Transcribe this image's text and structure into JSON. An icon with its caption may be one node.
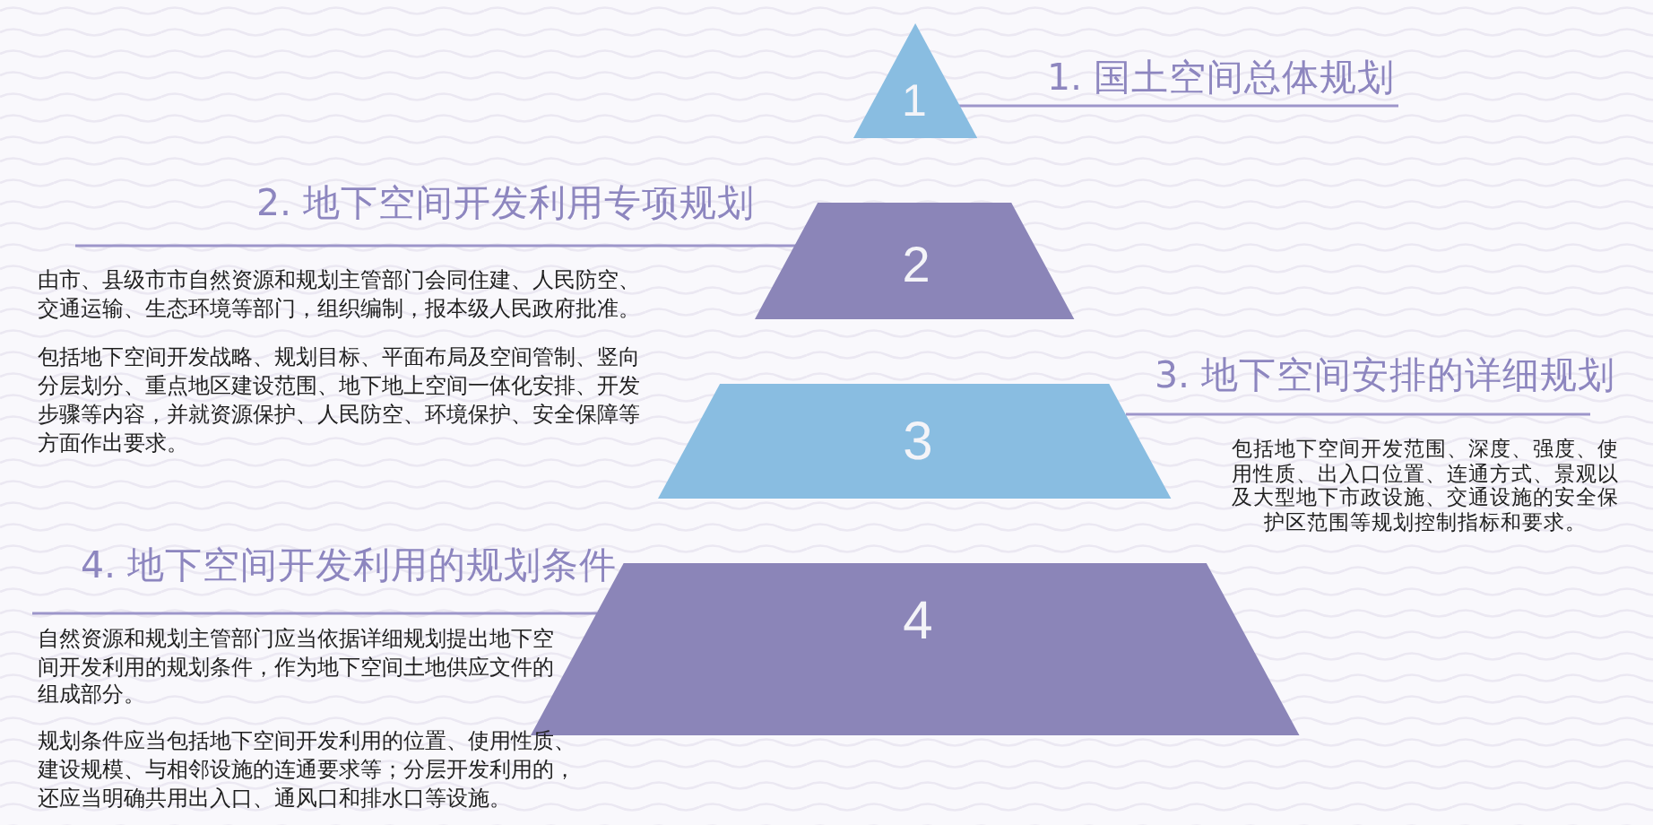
{
  "diagram": {
    "nodes": [
      {
        "text": [
          "1"
        ],
        "beside": [
          "1. 国土空间总体规划"
        ]
      },
      {
        "text": [
          "2"
        ],
        "beside": [
          "2. 地下空间开发利用专项规划",
          "由市、县级市市自然资源和规划主管部门会同住建、人民防空、交通运输、生态环境等部门，组织编制，报本级人民政府批准。",
          "包括地下空间开发战略、规划目标、平面布局及空间管制、竖向分层划分、重点地区建设范围、地下地上空间一体化安排、开发步骤等内容，并就资源保护、人民防空、环境保护、安全保障等方面作出要求。"
        ]
      },
      {
        "text": [
          "3"
        ],
        "beside": [
          "3. 地下空间安排的详细规划",
          "包括地下空间开发范围、深度、强度、使用性质、出入口位置、连通方式、景观以及大型地下市政设施、交通设施的安全保护区范围等规划控制指标和要求。"
        ]
      },
      {
        "text": [
          "4"
        ],
        "beside": [
          "4. 地下空间开发利用的规划条件",
          "自然资源和规划主管部门应当依据详细规划提出地下空间开发利用的规划条件，作为地下空间土地供应文件的组成部分。",
          "规划条件应当包括地下空间开发利用的位置、使用性质、建设规模、与相邻设施的连通要求等；分层开发利用的，还应当明确共用出入口、通风口和排水口等设施。"
        ]
      }
    ]
  }
}
